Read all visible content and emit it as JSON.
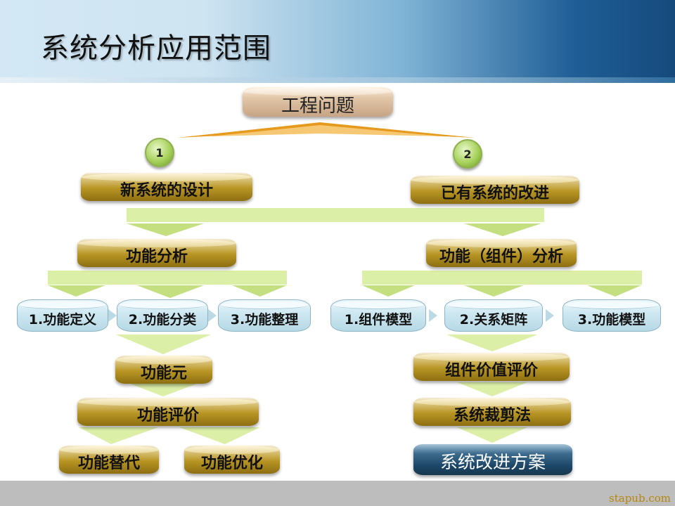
{
  "title": "系统分析应用范围",
  "watermark": "stapub.com",
  "nodes": {
    "problem": "工程问题",
    "badge1": "1",
    "badge2": "2",
    "new_design": "新系统的设计",
    "improve_existing": "已有系统的改进",
    "func_analysis": "功能分析",
    "component_analysis": "功能（组件）分析",
    "left_disks": [
      "1.功能定义",
      "2.功能分类",
      "3.功能整理"
    ],
    "right_disks": [
      "1.组件模型",
      "2.关系矩阵",
      "3.功能模型"
    ],
    "func_element": "功能元",
    "func_eval": "功能评价",
    "func_replace": "功能替代",
    "func_optimize": "功能优化",
    "component_value_eval": "组件价值评价",
    "trimming": "系统裁剪法",
    "improvement_plan": "系统改进方案"
  },
  "colors": {
    "gold": "#b89523",
    "connector_green": "#dcefa7",
    "badge_green": "#a7d15b",
    "result_blue": "#1d4768",
    "disk_blue": "#cfe8f1"
  }
}
